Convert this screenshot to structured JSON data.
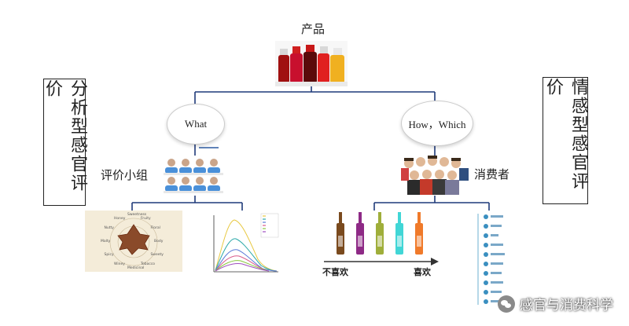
{
  "diagram": {
    "top_label": "产品",
    "left_box": "分析型感官评价",
    "right_box": "情感型感官评价",
    "left_bubble": "What",
    "right_bubble": "How，Which",
    "panel_label": "评价小组",
    "consumer_label": "消费者",
    "scale_left": "不喜欢",
    "scale_right": "喜欢",
    "spider_labels": [
      "Sweetness",
      "Fruity",
      "Floral",
      "Body",
      "Sweety",
      "Tobacco",
      "Medicinal",
      "Winey",
      "Spicy",
      "Malty",
      "Nutty",
      "Honey"
    ]
  },
  "colors": {
    "bottles": [
      "#7a4a1e",
      "#8e2a86",
      "#9fae3a",
      "#41d6d6",
      "#f07a2a"
    ]
  },
  "watermark": "感官与消费科学"
}
